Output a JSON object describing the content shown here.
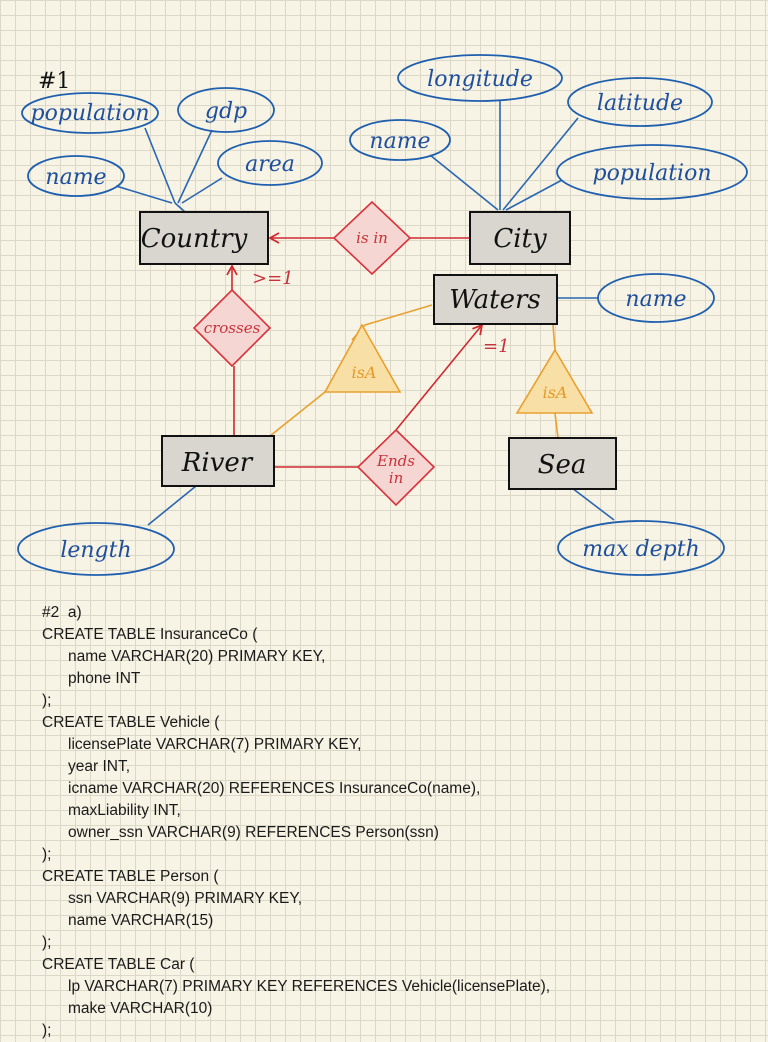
{
  "diagram": {
    "problem_label": "#1",
    "entities": {
      "country": "Country",
      "city": "City",
      "waters": "Waters",
      "river": "River",
      "sea": "Sea"
    },
    "attributes": {
      "country_population": "population",
      "country_gdp": "gdp",
      "country_name": "name",
      "country_area": "area",
      "city_longitude": "longitude",
      "city_latitude": "latitude",
      "city_name": "name",
      "city_population": "population",
      "waters_name": "name",
      "river_length": "length",
      "sea_max_depth": "max depth"
    },
    "relationships": {
      "is_in": "is in",
      "crosses": "crosses",
      "ends_in_1": "Ends",
      "ends_in_2": "in"
    },
    "isa": {
      "river_isa": "isA",
      "sea_isa": "isA"
    },
    "annotations": {
      "crosses_constraint": ">=1",
      "ends_constraint": "=1"
    },
    "colors": {
      "attribute": "#1f5fae",
      "relationship": "#d8323a",
      "isa": "#e8a030",
      "entity_fill": "#d8d6cf"
    }
  },
  "sql": {
    "heading": "#2  a)",
    "tables": [
      {
        "open": "CREATE TABLE InsuranceCo (",
        "columns": [
          "name VARCHAR(20) PRIMARY KEY,",
          "phone INT"
        ],
        "close": ");"
      },
      {
        "open": "CREATE TABLE Vehicle (",
        "columns": [
          "licensePlate VARCHAR(7) PRIMARY KEY,",
          "year INT,",
          "icname VARCHAR(20) REFERENCES InsuranceCo(name),",
          "maxLiability INT,",
          "owner_ssn VARCHAR(9) REFERENCES Person(ssn)"
        ],
        "close": ");"
      },
      {
        "open": "CREATE TABLE Person (",
        "columns": [
          "ssn VARCHAR(9) PRIMARY KEY,",
          "name VARCHAR(15)"
        ],
        "close": ");"
      },
      {
        "open": "CREATE TABLE Car (",
        "columns": [
          "lp VARCHAR(7) PRIMARY KEY REFERENCES Vehicle(licensePlate),",
          "make VARCHAR(10)"
        ],
        "close": ");"
      }
    ]
  }
}
